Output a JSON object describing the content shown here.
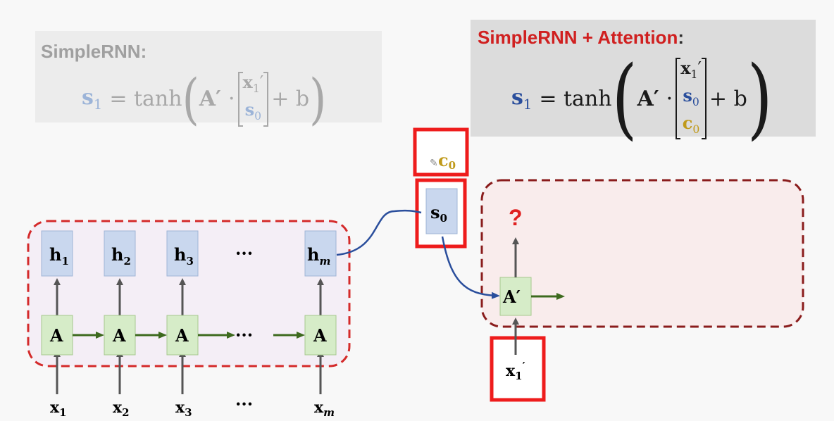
{
  "panels": {
    "left": {
      "title": "SimpleRNN",
      "title_suffix": ":",
      "formula": {
        "lhs": "s",
        "lhs_sub": "1",
        "eq": "= tanh",
        "matrix": "A′",
        "dot": "·",
        "vector": [
          {
            "base": "x",
            "sub": "1",
            "prime": "′"
          },
          {
            "base": "s",
            "sub": "0"
          }
        ],
        "plus": "+ b"
      }
    },
    "right": {
      "title": "SimpleRNN + Attention",
      "title_suffix": ":",
      "formula": {
        "lhs": "s",
        "lhs_sub": "1",
        "eq": "= tanh",
        "matrix": "A′",
        "dot": "·",
        "vector": [
          {
            "base": "x",
            "sub": "1",
            "prime": "′"
          },
          {
            "base": "s",
            "sub": "0"
          },
          {
            "base": "c",
            "sub": "0"
          }
        ],
        "plus": "+ b"
      }
    }
  },
  "encoder": {
    "hidden": [
      {
        "base": "h",
        "sub": "1"
      },
      {
        "base": "h",
        "sub": "2"
      },
      {
        "base": "h",
        "sub": "3"
      },
      {
        "base": "h",
        "sub": "m"
      }
    ],
    "cell_label": "A",
    "inputs": [
      {
        "base": "x",
        "sub": "1"
      },
      {
        "base": "x",
        "sub": "2"
      },
      {
        "base": "x",
        "sub": "3"
      },
      {
        "base": "x",
        "sub": "m"
      }
    ],
    "ellipsis": "···"
  },
  "decoder": {
    "context": {
      "base": "c",
      "sub": "0"
    },
    "state": {
      "base": "s",
      "sub": "0"
    },
    "cell_label": "A′",
    "input": {
      "base": "x",
      "sub": "1",
      "prime": "′"
    },
    "question": "?"
  },
  "colors": {
    "dashed_red": "#d42a2a",
    "highlight_red": "#ee1c1c",
    "hidden_fill": "#c9d7ee",
    "cell_fill": "#d6ecc8",
    "arrow_green": "#3d6a1e",
    "curve_blue": "#2a4e9c",
    "gold": "#c09a1a",
    "question_red": "#e02020"
  }
}
